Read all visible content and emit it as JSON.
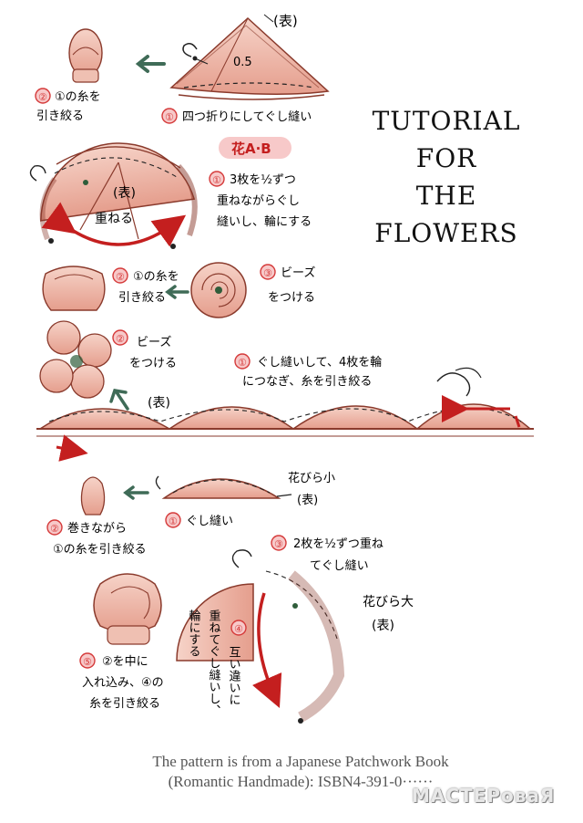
{
  "title_lines": [
    "TUTORIAL",
    "FOR",
    "THE",
    "FLOWERS"
  ],
  "caption_lines": [
    "The pattern is from a Japanese Patchwork Book",
    "(Romantic Handmade): ISBN4-391-0······"
  ],
  "watermark": "МАСТЕРоваЯ",
  "section_label": "花A·B",
  "labels": {
    "omote": "(表)",
    "half": "0.5",
    "step1_fold": "四つ折りにしてぐし縫い",
    "step2_pull_1": "①の糸を",
    "step2_pull_2": "引き絞る",
    "step_ab1_1": "3枚を½ずつ",
    "step_ab1_2": "重ねながらぐし",
    "step_ab1_3": "縫いし、輪にする",
    "overlap": "重ねる",
    "step_ab2_1": "①の糸を",
    "step_ab2_2": "引き絞る",
    "step_ab3_1": "ビーズ",
    "step_ab3_2": "をつける",
    "step_c2_1": "ビーズ",
    "step_c2_2": "をつける",
    "step_c1_1": "ぐし縫いして、4枚を輪",
    "step_c1_2": "につなぎ、糸を引き絞る",
    "petal_small_1": "花びら小",
    "petal_small_2": "(表)",
    "step_r1": "ぐし縫い",
    "step_r2_1": "巻きながら",
    "step_r2_2": "①の糸を引き絞る",
    "step_r3_1": "2枚を½ずつ重ね",
    "step_r3_2": "てぐし縫い",
    "petal_large_1": "花びら大",
    "petal_large_2": "(表)",
    "step_r4_v1": "互い違いに",
    "step_r4_v2": "重ねてぐし縫いし、",
    "step_r4_v3": "輪にする",
    "step_r5_1": "②を中に",
    "step_r5_2": "入れ込み、④の",
    "step_r5_3": "糸を引き絞る"
  },
  "step_numbers": [
    "①",
    "②",
    "③",
    "④",
    "⑤"
  ],
  "colors": {
    "petal_fill": "#f2c3b6",
    "petal_stroke": "#8a3a2c",
    "arrow_red": "#c41f1f",
    "arrow_green": "#3f6b57",
    "badge_red": "#d53a3a",
    "badge_pink": "#f7c9c9"
  }
}
